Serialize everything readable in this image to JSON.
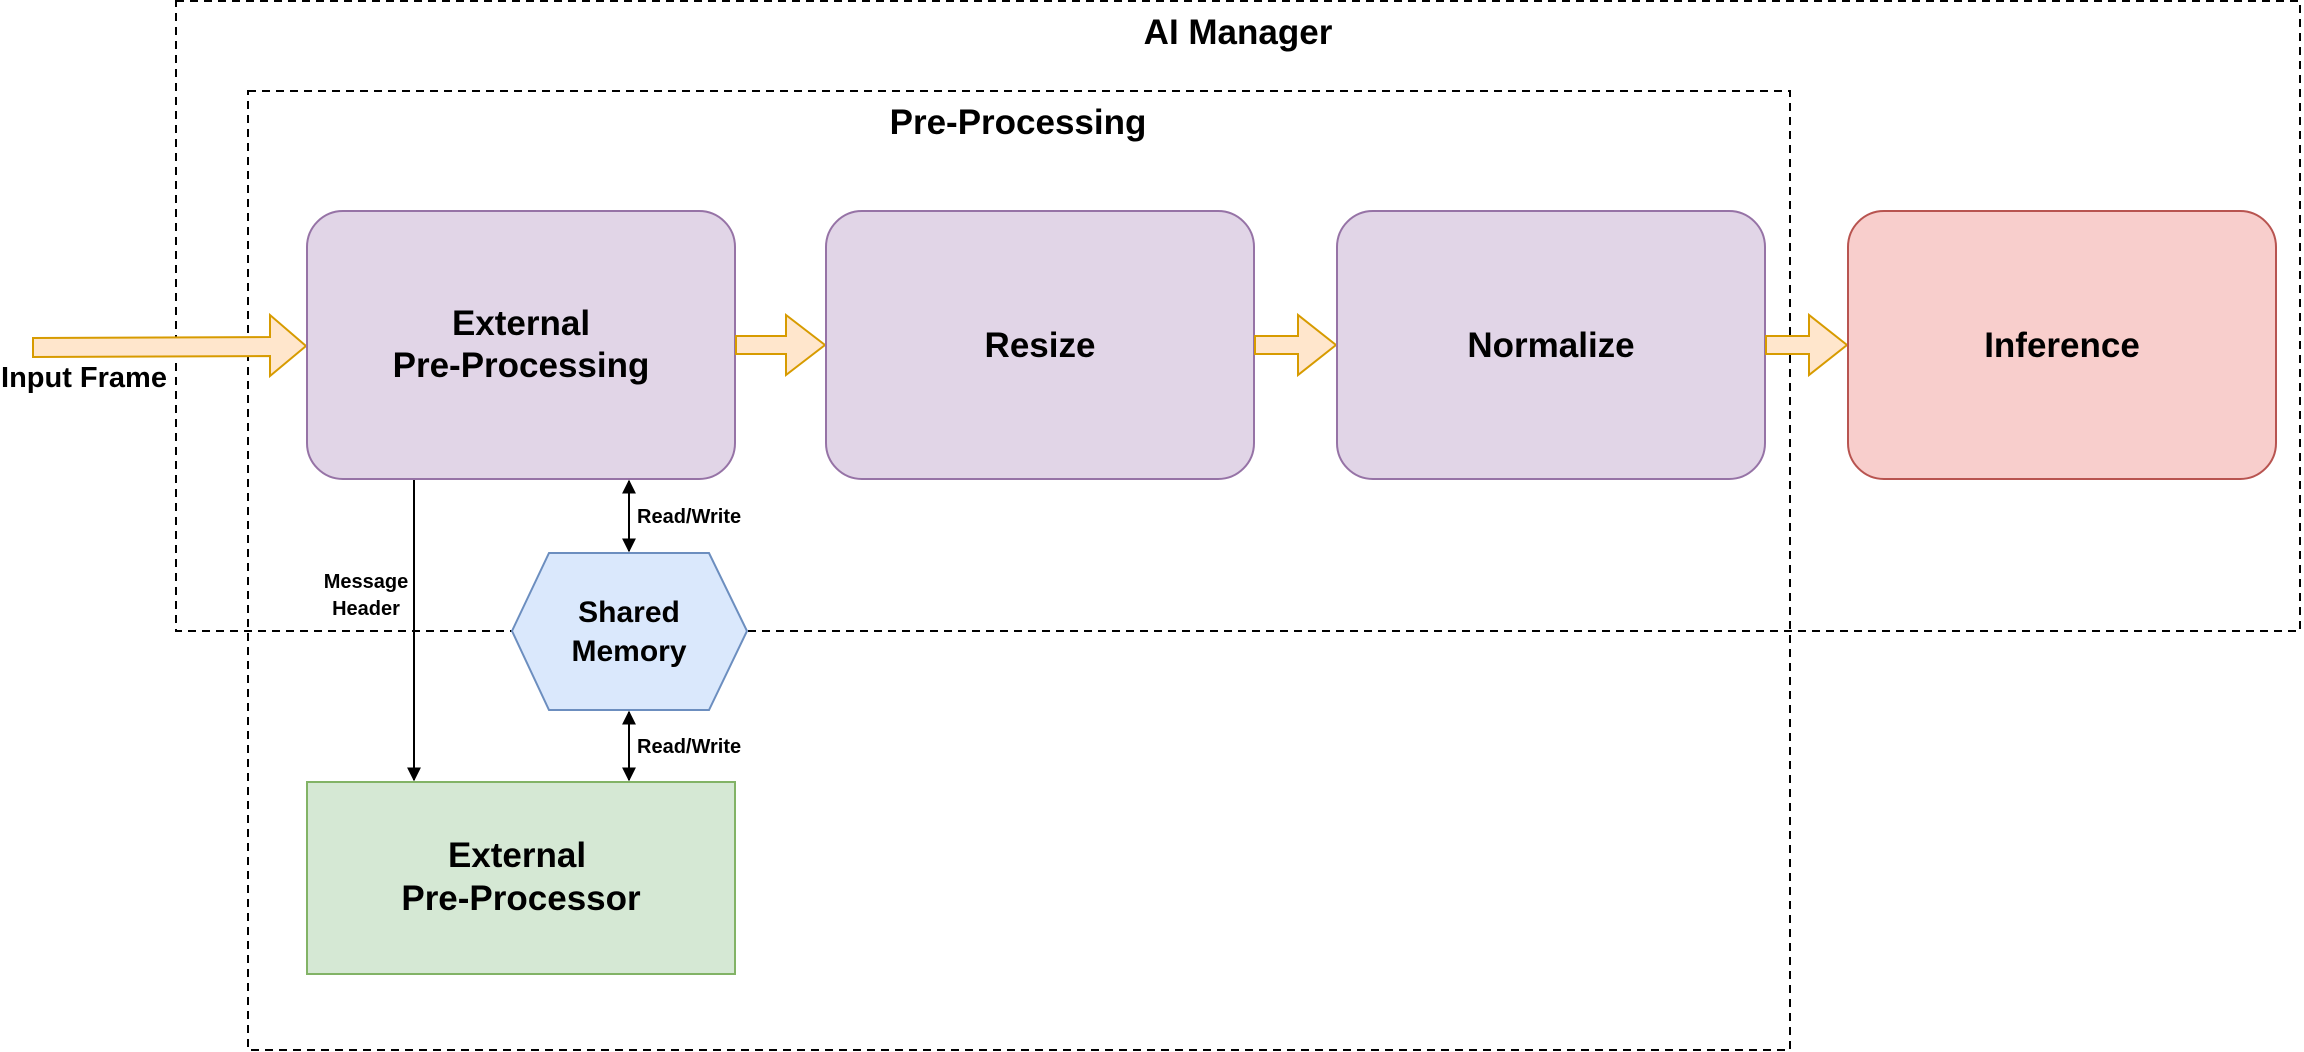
{
  "regions": {
    "ai_manager": {
      "title": "AI Manager"
    },
    "pre_processing": {
      "title": "Pre-Processing"
    }
  },
  "input": {
    "label": "Input Frame"
  },
  "nodes": {
    "external_pre_processing": {
      "line1": "External",
      "line2": "Pre-Processing"
    },
    "resize": {
      "label": "Resize"
    },
    "normalize": {
      "label": "Normalize"
    },
    "inference": {
      "label": "Inference"
    },
    "shared_memory": {
      "line1": "Shared",
      "line2": "Memory"
    },
    "external_pre_processor": {
      "line1": "External",
      "line2": "Pre-Processor"
    }
  },
  "edges": {
    "message_header": {
      "line1": "Message",
      "line2": "Header"
    },
    "read_write_top": {
      "label": "Read/Write"
    },
    "read_write_bottom": {
      "label": "Read/Write"
    }
  },
  "colors": {
    "purple_fill": "#e1d5e7",
    "purple_stroke": "#9673a6",
    "red_fill": "#f8cecc",
    "red_stroke": "#b85450",
    "blue_fill": "#dae8fc",
    "blue_stroke": "#6c8ebf",
    "green_fill": "#d5e8d4",
    "green_stroke": "#82b366",
    "arrow_fill": "#ffe6cc",
    "arrow_stroke": "#d79b00"
  }
}
